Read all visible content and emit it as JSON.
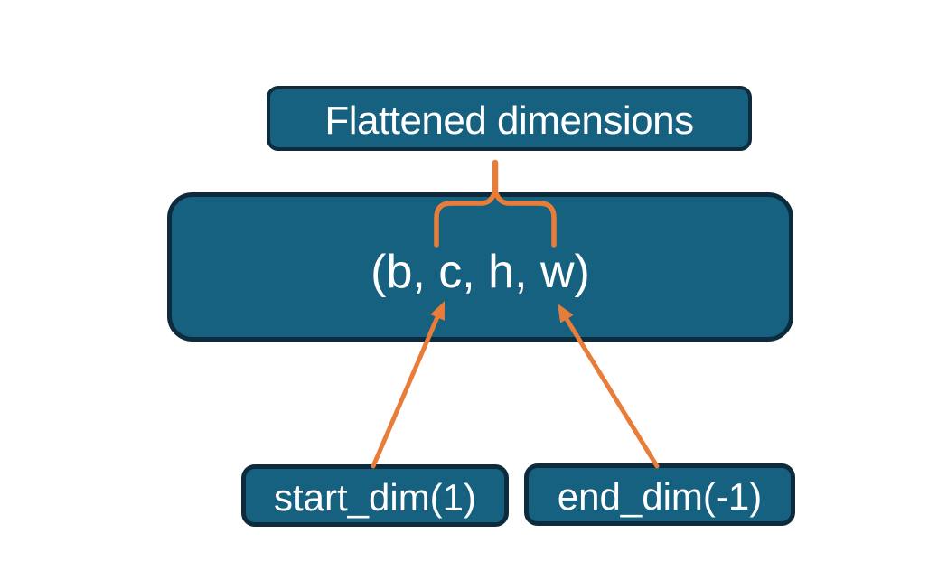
{
  "colors": {
    "box_fill": "#166080",
    "box_border": "#0d2b3c",
    "accent_orange": "#e87d3a",
    "text": "#ffffff",
    "background": "#ffffff"
  },
  "diagram": {
    "title_box_label": "Flattened dimensions",
    "tensor_box_label": "(b, c, h, w)",
    "start_dim_box_label": "start_dim(1)",
    "end_dim_box_label": "end_dim(-1)",
    "icons": {
      "brace": "overbrace-connector-icon",
      "left_arrow": "arrow-up-right-icon",
      "right_arrow": "arrow-up-left-icon"
    }
  }
}
